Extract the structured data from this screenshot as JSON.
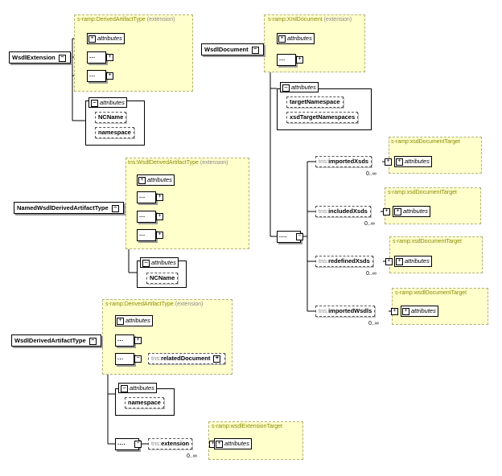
{
  "diagram": {
    "wsdl_extension": {
      "name": "WsdlExtension",
      "base_type": "s-ramp:DerivedArtifactType",
      "base_suffix": " (extension)",
      "attributes_label": "attributes",
      "attr_group_label": "attributes",
      "attrs": [
        "NCName",
        "namespace"
      ]
    },
    "wsdl_document": {
      "name": "WsdlDocument",
      "base_type": "s-ramp:XmlDocument",
      "base_suffix": " (extension)",
      "attributes_label": "attributes",
      "attr_group_label": "attributes",
      "attrs": [
        "targetNamespace",
        "xsdTargetNamespaces"
      ],
      "children": [
        {
          "prefix": "tns:",
          "name": "importedXsds",
          "occ": "0..∞",
          "target": "s-ramp:xsdDocumentTarget",
          "attributes_label": "attributes"
        },
        {
          "prefix": "tns:",
          "name": "includedXsds",
          "occ": "0..∞",
          "target": "s-ramp:xsdDocumentTarget",
          "attributes_label": "attributes"
        },
        {
          "prefix": "tns:",
          "name": "redefinedXsds",
          "occ": "0..∞",
          "target": "s-ramp:xsdDocumentTarget",
          "attributes_label": "attributes"
        },
        {
          "prefix": "tns:",
          "name": "importedWsdls",
          "occ": "0..∞",
          "target": "s-ramp:wsdlDocumentTarget",
          "attributes_label": "attributes"
        }
      ]
    },
    "named_wsdl": {
      "name": "NamedWsdlDerivedArtifactType",
      "base_type": "tns:WsdlDerivedArtifactType",
      "base_suffix": " (extension)",
      "attributes_label": "attributes",
      "attr_group_label": "attributes",
      "attrs": [
        "NCName"
      ]
    },
    "wsdl_derived": {
      "name": "WsdlDerivedArtifactType",
      "base_type": "s-ramp:DerivedArtifactType",
      "base_suffix": " (extension)",
      "attributes_label": "attributes",
      "related_prefix": "tns:",
      "related_name": "relatedDocument",
      "attr_group_label": "attributes",
      "attrs": [
        "namespace"
      ],
      "extension_prefix": "tns:",
      "extension_name": "extension",
      "extension_occ": "0..∞",
      "extension_target": "s-ramp:wsdlExtensionTarget",
      "extension_attributes_label": "attributes"
    }
  }
}
